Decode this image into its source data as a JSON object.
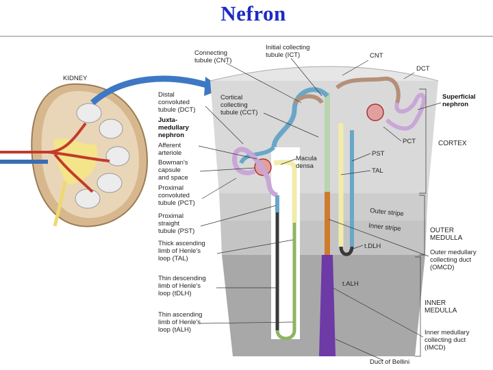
{
  "title": "Nefron",
  "kidney": {
    "label": "KIDNEY"
  },
  "zones": {
    "cortex": "CORTEX",
    "outer_medulla": [
      "OUTER",
      "MEDULLA"
    ],
    "inner_medulla": [
      "INNER",
      "MEDULLA"
    ],
    "outer_stripe": "Outer stripe",
    "inner_stripe": "Inner stripe"
  },
  "left_labels": {
    "dct": [
      "Distal",
      "convoluted",
      "tubule (DCT)"
    ],
    "juxta": [
      "Juxta-",
      "medullary",
      "nephron"
    ],
    "afferent": [
      "Afferent",
      "arteriole"
    ],
    "bowman": [
      "Bowman's",
      "capsule",
      "and space"
    ],
    "pct": [
      "Proximal",
      "convoluted",
      "tubule (PCT)"
    ],
    "pst": [
      "Proximal",
      "straight",
      "tubule (PST)"
    ],
    "tal": [
      "Thick ascending",
      "limb of Henle's",
      "loop (TAL)"
    ],
    "tdlh": [
      "Thin descending",
      "limb of Henle's",
      "loop (tDLH)"
    ],
    "talh": [
      "Thin ascending",
      "limb of Henle's",
      "loop (tALH)"
    ]
  },
  "top_labels": {
    "cnt": [
      "Connecting",
      "tubule (CNT)"
    ],
    "ict": [
      "Initial collecting",
      "tubule (ICT)"
    ],
    "cct": [
      "Cortical",
      "collecting",
      "tubule (CCT)"
    ],
    "macula": [
      "Macula",
      "densa"
    ]
  },
  "right_labels": {
    "cnt": "CNT",
    "dct": "DCT",
    "superficial": [
      "Superficial",
      "nephron"
    ],
    "pct": "PCT",
    "pst": "PST",
    "tal": "TAL",
    "tdlh": "t.DLH",
    "talh": "t.ALH",
    "omcd": [
      "Outer medullary",
      "collecting duct",
      "(OMCD)"
    ],
    "imcd": [
      "Inner medullary",
      "collecting duct",
      "(IMCD)"
    ],
    "bellini": "Duct of Bellini"
  },
  "colors": {
    "title": "#1c2bc4",
    "cortex_bg": "#d9d9d9",
    "medulla_outer_bg": "#c9c9c9",
    "medulla_inner_bg": "#a8a8a8",
    "pct": "#c9a6d8",
    "tal": "#f2eca8",
    "tdlh": "#3a3a3a",
    "talh": "#8fb463",
    "collecting": "#6d3aa6",
    "cnt": "#6aa6c8",
    "orange": "#d07a2e"
  }
}
